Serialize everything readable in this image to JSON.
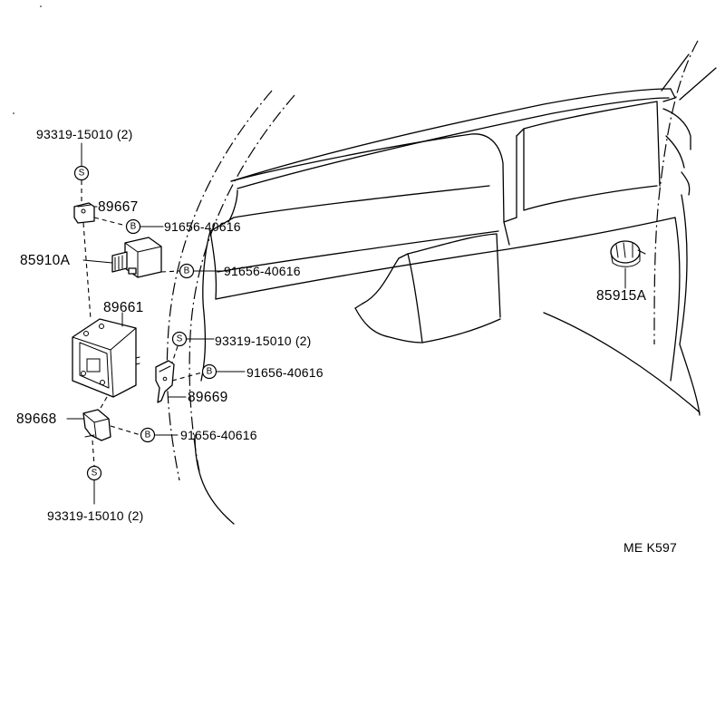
{
  "labels": {
    "screw_top": "93319-15010 (2)",
    "p89667": "89667",
    "bolt_1": "91656-40616",
    "p85910a": "85910A",
    "bolt_2": "91656-40616",
    "p89661": "89661",
    "screw_mid": "93319-15010 (2)",
    "bolt_3": "91656-40616",
    "p89669": "89669",
    "p89668": "89668",
    "bolt_4": "91656-40616",
    "screw_bottom": "93319-15010 (2)",
    "p85915a": "85915A",
    "ref_code": "ME K597"
  },
  "symbols": {
    "screw": "S",
    "bolt": "B"
  }
}
